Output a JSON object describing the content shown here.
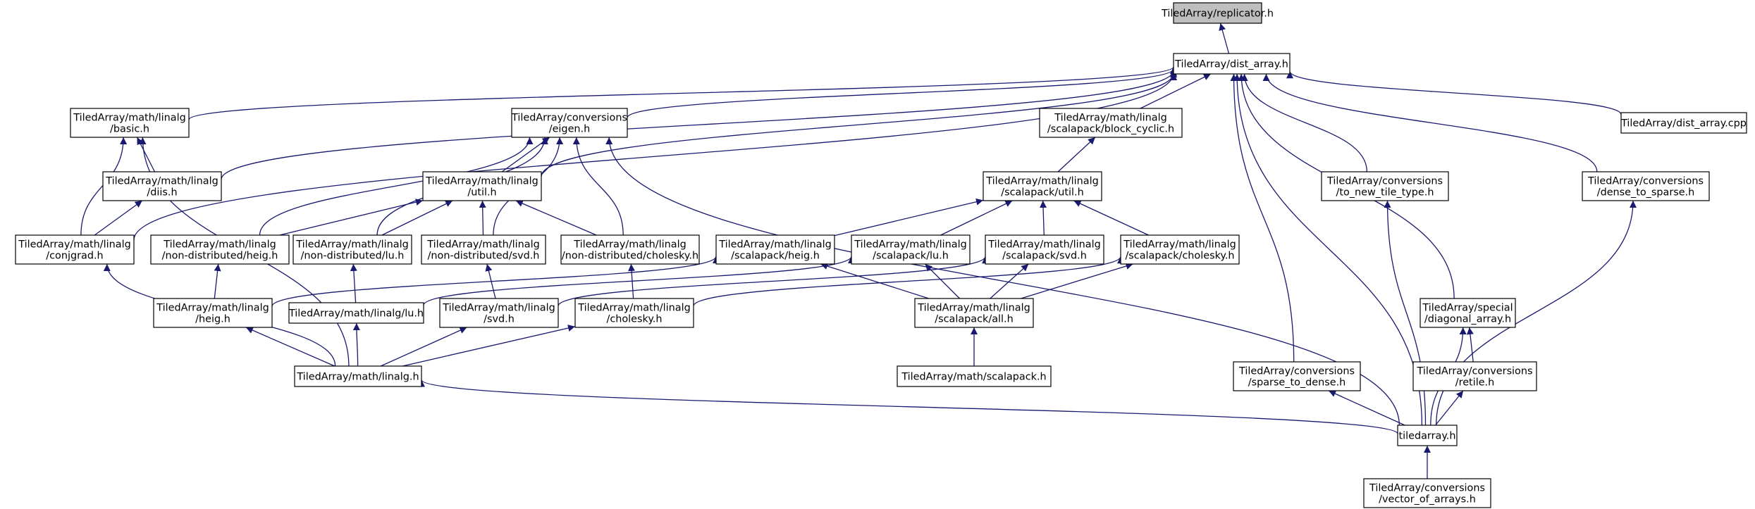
{
  "colors": {
    "edge": "#191970",
    "node_fill": "#ffffff",
    "node_root_fill": "#bfbfbf",
    "node_stroke": "#000000",
    "text": "#000000"
  },
  "nodes": [
    {
      "id": "replicator",
      "lines": [
        "TiledArray/replicator.h"
      ],
      "root": true
    },
    {
      "id": "dist_array",
      "lines": [
        "TiledArray/dist_array.h"
      ]
    },
    {
      "id": "linalg_basic",
      "lines": [
        "TiledArray/math/linalg",
        "/basic.h"
      ]
    },
    {
      "id": "conv_eigen",
      "lines": [
        "TiledArray/conversions",
        "/eigen.h"
      ]
    },
    {
      "id": "sc_block_cyclic",
      "lines": [
        "TiledArray/math/linalg",
        "/scalapack/block_cyclic.h"
      ]
    },
    {
      "id": "dist_array_cpp",
      "lines": [
        "TiledArray/dist_array.cpp"
      ]
    },
    {
      "id": "linalg_diis",
      "lines": [
        "TiledArray/math/linalg",
        "/diis.h"
      ]
    },
    {
      "id": "linalg_util",
      "lines": [
        "TiledArray/math/linalg",
        "/util.h"
      ]
    },
    {
      "id": "sc_util",
      "lines": [
        "TiledArray/math/linalg",
        "/scalapack/util.h"
      ]
    },
    {
      "id": "conv_to_new_tile",
      "lines": [
        "TiledArray/conversions",
        "/to_new_tile_type.h"
      ]
    },
    {
      "id": "conv_dense_to_sparse",
      "lines": [
        "TiledArray/conversions",
        "/dense_to_sparse.h"
      ]
    },
    {
      "id": "conjgrad",
      "lines": [
        "TiledArray/math/linalg",
        "/conjgrad.h"
      ]
    },
    {
      "id": "nd_heig",
      "lines": [
        "TiledArray/math/linalg",
        "/non-distributed/heig.h"
      ]
    },
    {
      "id": "nd_lu",
      "lines": [
        "TiledArray/math/linalg",
        "/non-distributed/lu.h"
      ]
    },
    {
      "id": "nd_svd",
      "lines": [
        "TiledArray/math/linalg",
        "/non-distributed/svd.h"
      ]
    },
    {
      "id": "nd_cholesky",
      "lines": [
        "TiledArray/math/linalg",
        "/non-distributed/cholesky.h"
      ]
    },
    {
      "id": "sc_heig",
      "lines": [
        "TiledArray/math/linalg",
        "/scalapack/heig.h"
      ]
    },
    {
      "id": "sc_lu",
      "lines": [
        "TiledArray/math/linalg",
        "/scalapack/lu.h"
      ]
    },
    {
      "id": "sc_svd",
      "lines": [
        "TiledArray/math/linalg",
        "/scalapack/svd.h"
      ]
    },
    {
      "id": "sc_cholesky",
      "lines": [
        "TiledArray/math/linalg",
        "/scalapack/cholesky.h"
      ]
    },
    {
      "id": "linalg_heig",
      "lines": [
        "TiledArray/math/linalg",
        "/heig.h"
      ]
    },
    {
      "id": "linalg_lu",
      "lines": [
        "TiledArray/math/linalg/lu.h"
      ]
    },
    {
      "id": "linalg_svd",
      "lines": [
        "TiledArray/math/linalg",
        "/svd.h"
      ]
    },
    {
      "id": "linalg_cholesky",
      "lines": [
        "TiledArray/math/linalg",
        "/cholesky.h"
      ]
    },
    {
      "id": "sc_all",
      "lines": [
        "TiledArray/math/linalg",
        "/scalapack/all.h"
      ]
    },
    {
      "id": "special_diag",
      "lines": [
        "TiledArray/special",
        "/diagonal_array.h"
      ]
    },
    {
      "id": "math_linalg",
      "lines": [
        "TiledArray/math/linalg.h"
      ]
    },
    {
      "id": "math_scalapack",
      "lines": [
        "TiledArray/math/scalapack.h"
      ]
    },
    {
      "id": "conv_sparse_to_dense",
      "lines": [
        "TiledArray/conversions",
        "/sparse_to_dense.h"
      ]
    },
    {
      "id": "conv_retile",
      "lines": [
        "TiledArray/conversions",
        "/retile.h"
      ]
    },
    {
      "id": "tiledarray",
      "lines": [
        "tiledarray.h"
      ]
    },
    {
      "id": "conv_vector_of_arrays",
      "lines": [
        "TiledArray/conversions",
        "/vector_of_arrays.h"
      ]
    }
  ],
  "edges": [
    [
      "dist_array",
      "replicator"
    ],
    [
      "linalg_basic",
      "dist_array"
    ],
    [
      "linalg_diis",
      "dist_array"
    ],
    [
      "conv_eigen",
      "dist_array"
    ],
    [
      "linalg_util",
      "dist_array"
    ],
    [
      "conjgrad",
      "dist_array"
    ],
    [
      "sc_block_cyclic",
      "dist_array"
    ],
    [
      "dist_array_cpp",
      "dist_array"
    ],
    [
      "conv_to_new_tile",
      "dist_array"
    ],
    [
      "conv_dense_to_sparse",
      "dist_array"
    ],
    [
      "conv_sparse_to_dense",
      "dist_array"
    ],
    [
      "special_diag",
      "dist_array"
    ],
    [
      "tiledarray",
      "dist_array"
    ],
    [
      "linalg_diis",
      "linalg_basic"
    ],
    [
      "conjgrad",
      "linalg_basic"
    ],
    [
      "math_linalg",
      "linalg_basic"
    ],
    [
      "conjgrad",
      "linalg_diis"
    ],
    [
      "linalg_util",
      "conv_eigen"
    ],
    [
      "nd_heig",
      "conv_eigen"
    ],
    [
      "nd_lu",
      "conv_eigen"
    ],
    [
      "nd_svd",
      "conv_eigen"
    ],
    [
      "nd_cholesky",
      "conv_eigen"
    ],
    [
      "tiledarray",
      "conv_eigen"
    ],
    [
      "sc_util",
      "sc_block_cyclic"
    ],
    [
      "nd_heig",
      "linalg_util"
    ],
    [
      "nd_lu",
      "linalg_util"
    ],
    [
      "nd_svd",
      "linalg_util"
    ],
    [
      "nd_cholesky",
      "linalg_util"
    ],
    [
      "sc_heig",
      "sc_util"
    ],
    [
      "sc_lu",
      "sc_util"
    ],
    [
      "sc_svd",
      "sc_util"
    ],
    [
      "sc_cholesky",
      "sc_util"
    ],
    [
      "tiledarray",
      "conv_to_new_tile"
    ],
    [
      "tiledarray",
      "conv_dense_to_sparse"
    ],
    [
      "math_linalg",
      "conjgrad"
    ],
    [
      "linalg_heig",
      "nd_heig"
    ],
    [
      "linalg_lu",
      "nd_lu"
    ],
    [
      "linalg_svd",
      "nd_svd"
    ],
    [
      "linalg_cholesky",
      "nd_cholesky"
    ],
    [
      "linalg_heig",
      "sc_heig"
    ],
    [
      "sc_all",
      "sc_heig"
    ],
    [
      "linalg_lu",
      "sc_lu"
    ],
    [
      "sc_all",
      "sc_lu"
    ],
    [
      "linalg_svd",
      "sc_svd"
    ],
    [
      "sc_all",
      "sc_svd"
    ],
    [
      "linalg_cholesky",
      "sc_cholesky"
    ],
    [
      "sc_all",
      "sc_cholesky"
    ],
    [
      "math_linalg",
      "linalg_heig"
    ],
    [
      "math_linalg",
      "linalg_lu"
    ],
    [
      "math_linalg",
      "linalg_svd"
    ],
    [
      "math_linalg",
      "linalg_cholesky"
    ],
    [
      "math_scalapack",
      "sc_all"
    ],
    [
      "conv_retile",
      "special_diag"
    ],
    [
      "tiledarray",
      "special_diag"
    ],
    [
      "tiledarray",
      "math_linalg"
    ],
    [
      "tiledarray",
      "conv_sparse_to_dense"
    ],
    [
      "tiledarray",
      "conv_retile"
    ],
    [
      "conv_vector_of_arrays",
      "tiledarray"
    ]
  ]
}
